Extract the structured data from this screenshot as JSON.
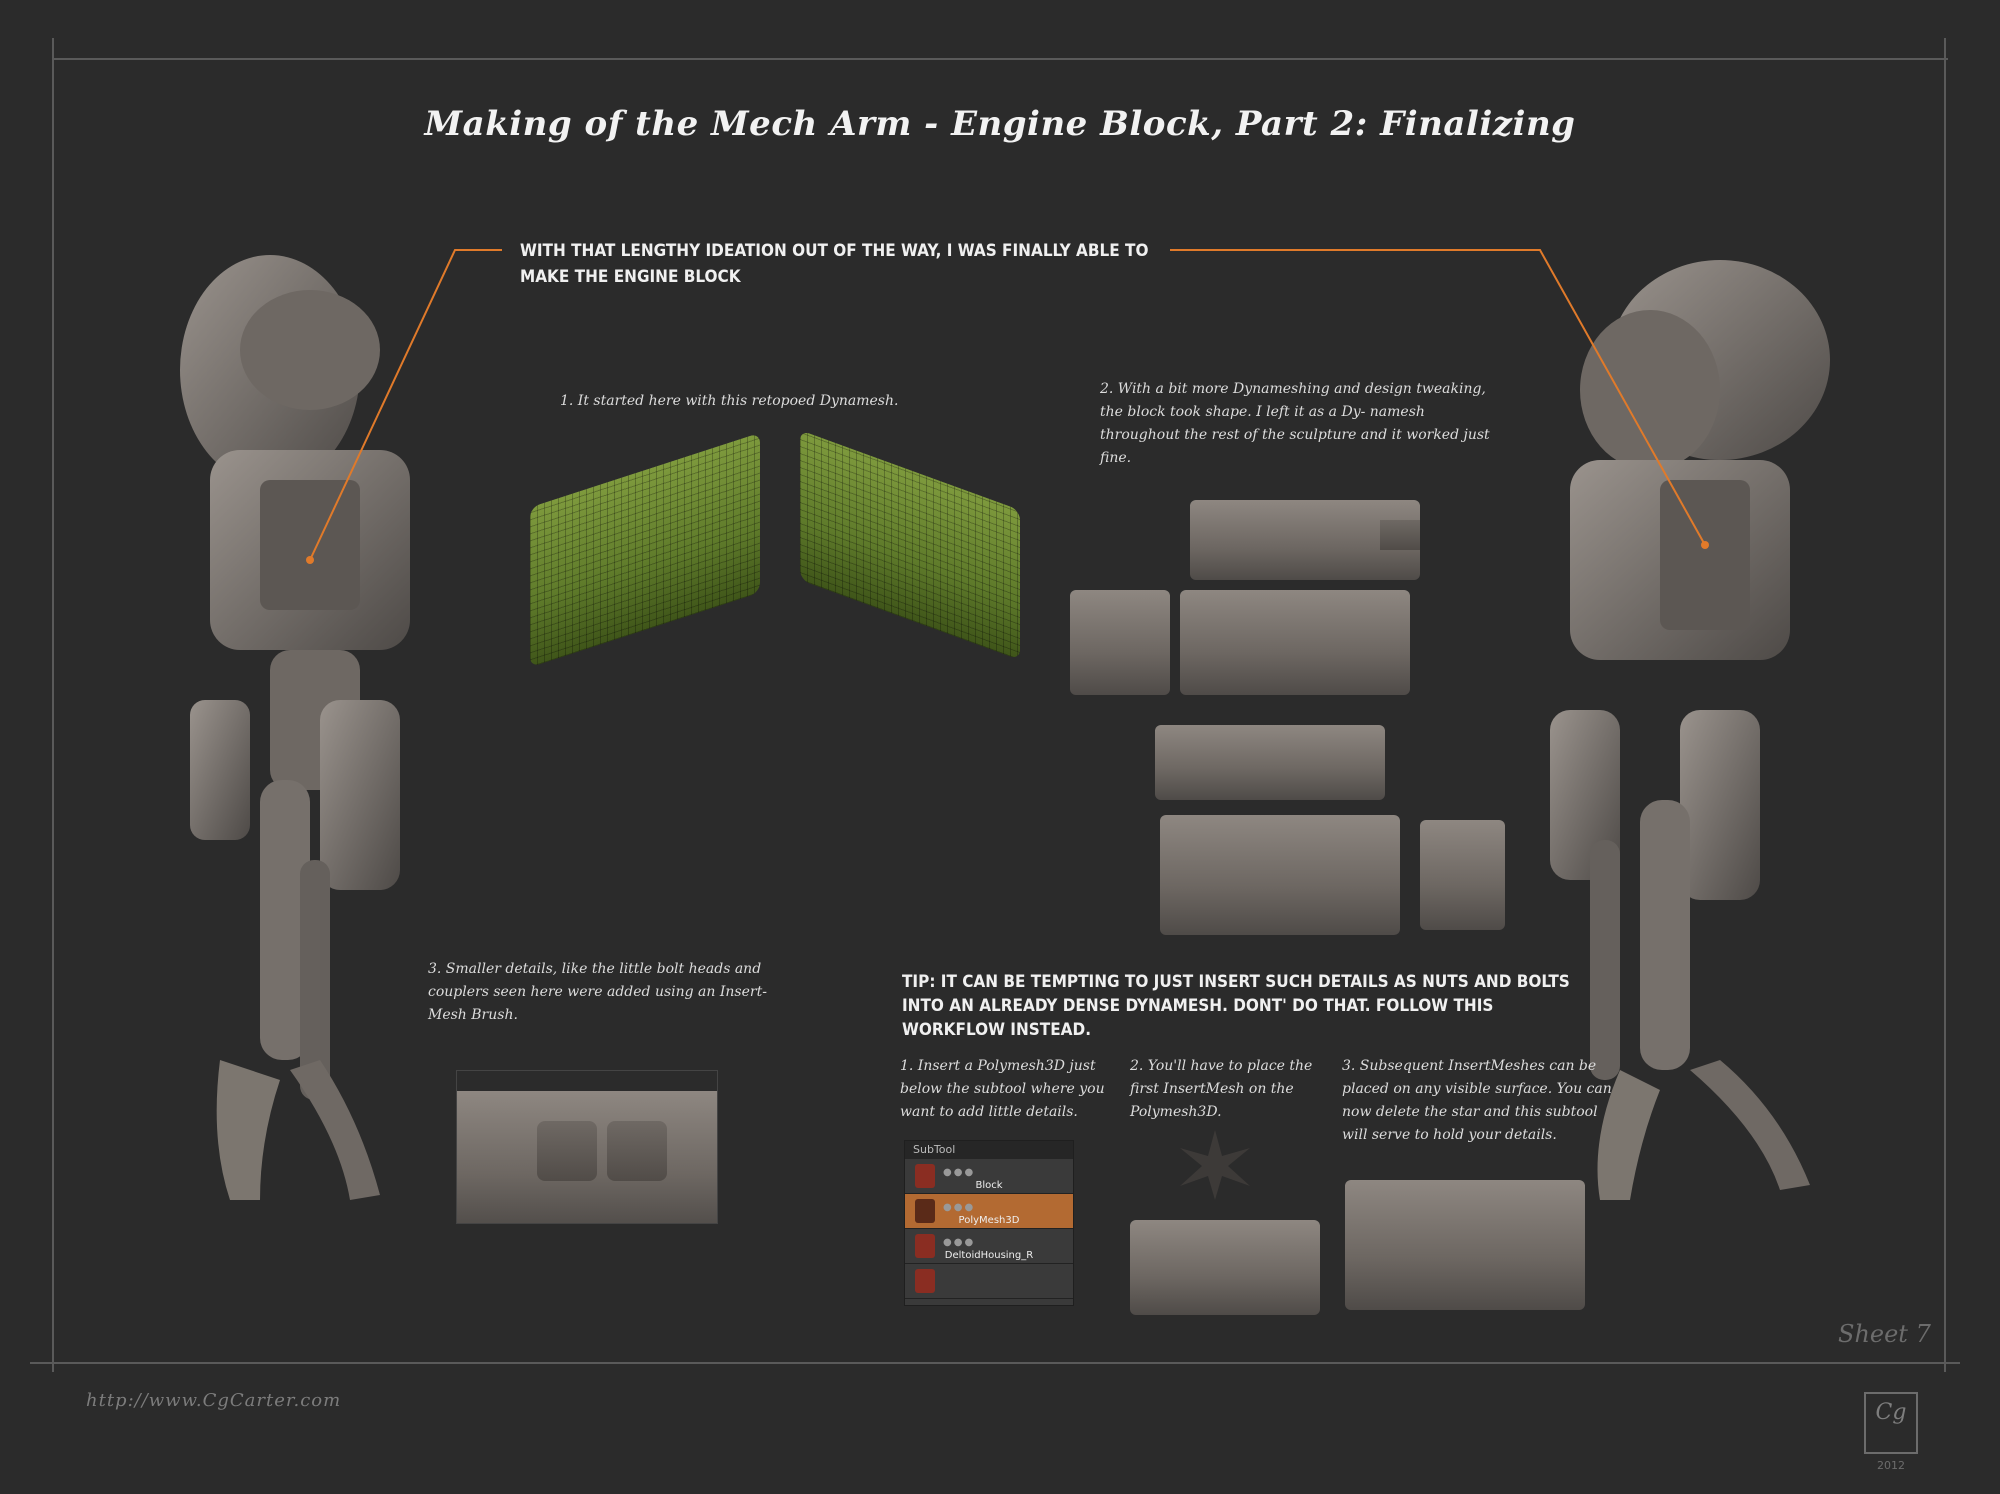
{
  "title": "Making of the Mech Arm - Engine Block, Part 2: Finalizing",
  "intro": "WITH THAT LENGTHY IDEATION OUT OF THE WAY, I WAS FINALLY ABLE TO MAKE THE ENGINE BLOCK",
  "steps": {
    "step1": "1. It started here with this retopoed Dynamesh.",
    "step2": "2. With a bit more Dynameshing and design tweaking, the block took shape. I left it as a Dy- namesh throughout the rest of the sculpture and it worked just fine.",
    "step3": "3. Smaller details, like the little bolt heads and couplers seen here were added using an Insert- Mesh Brush."
  },
  "tip": {
    "heading": "TIP: IT CAN BE TEMPTING TO JUST INSERT SUCH DETAILS AS NUTS AND BOLTS INTO AN ALREADY DENSE DYNAMESH. DONT' DO THAT. FOLLOW THIS WORKFLOW INSTEAD.",
    "step1": "1. Insert a Polymesh3D just below the subtool where you want to add little details.",
    "step2": "2. You'll have to place the first InsertMesh on the Polymesh3D.",
    "step3": "3. Subsequent InsertMeshes can be placed on any visible surface. You can now delete the star and this subtool will serve to hold your details."
  },
  "subtool": {
    "header": "SubTool",
    "rows": [
      {
        "label": "Block"
      },
      {
        "label": "PolyMesh3D"
      },
      {
        "label": "DeltoidHousing_R"
      }
    ]
  },
  "footer": {
    "sheet": "Sheet 7",
    "url": "http://www.CgCarter.com",
    "logo_mark": "Cg",
    "logo_year": "2012"
  },
  "colors": {
    "background": "#2b2b2b",
    "accent_leader": "#e07a2a",
    "frame": "#5a5a5a"
  }
}
